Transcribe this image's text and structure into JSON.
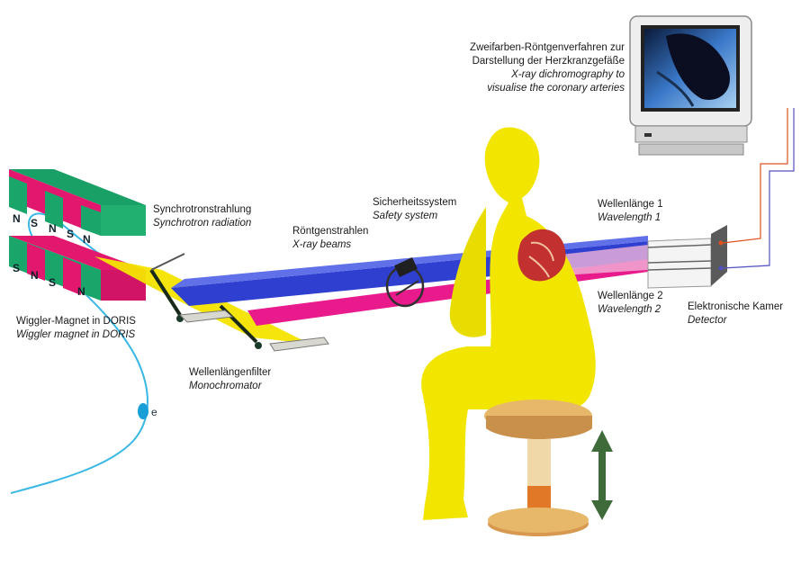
{
  "colors": {
    "magnet_green": "#1aa66a",
    "magnet_magenta": "#e0186e",
    "beam_blue": "#2f3fd0",
    "beam_magenta": "#e81a8c",
    "beam_yellow": "#f4e400",
    "person_yellow": "#f2e600",
    "stool_wood": "#e8b86a",
    "arrow_green": "#3f6b3a",
    "electron_line": "#39b8e6",
    "wire_red": "#e05020",
    "wire_blue": "#5050c0"
  },
  "magnet": {
    "top_poles": [
      "N",
      "S",
      "N",
      "S",
      "N"
    ],
    "bottom_poles": [
      "S",
      "N",
      "S",
      "N"
    ]
  },
  "electron": {
    "symbol": "e"
  },
  "labels": {
    "wiggler": {
      "de": "Wiggler-Magnet in DORIS",
      "en": "Wiggler magnet in DORIS"
    },
    "synchrotron": {
      "de": "Synchrotronstrahlung",
      "en": "Synchrotron radiation"
    },
    "xray_beams": {
      "de": "Röntgenstrahlen",
      "en": "X-ray beams"
    },
    "safety": {
      "de": "Sicherheitssystem",
      "en": "Safety system"
    },
    "monochromator": {
      "de": "Wellenlängenfilter",
      "en": "Monochromator"
    },
    "wavelength1": {
      "de": "Wellenlänge 1",
      "en": "Wavelength 1"
    },
    "wavelength2": {
      "de": "Wellenlänge 2",
      "en": "Wavelength 2"
    },
    "detector": {
      "de": "Elektronische Kamer",
      "en": "Detector"
    },
    "dichromography": {
      "de1": "Zweifarben-Röntgenverfahren zur",
      "de2": "Darstellung der Herzkranzgefäße",
      "en1": "X-ray dichromography to",
      "en2": "visualise the coronary arteries"
    }
  }
}
